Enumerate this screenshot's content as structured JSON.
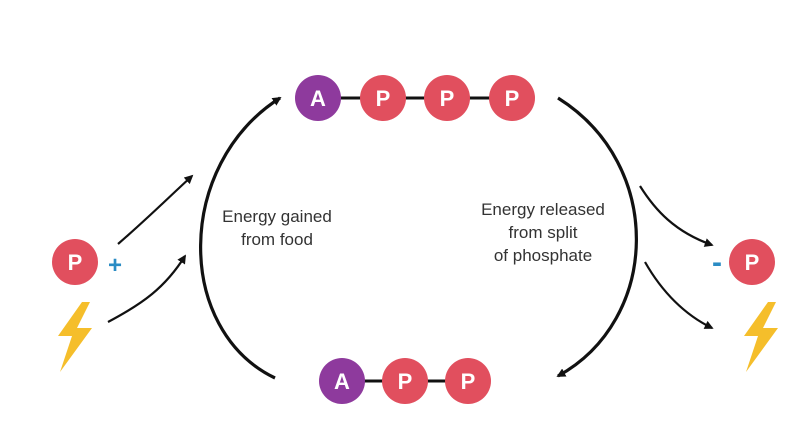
{
  "colors": {
    "adenosine": "#8E3A9D",
    "phosphate": "#E14F5E",
    "lightning": "#F5BE2B",
    "sign": "#2A8CC4",
    "arrow": "#111111",
    "text": "#333333"
  },
  "atp": {
    "adenosine": "A",
    "phosphates": [
      "P",
      "P",
      "P"
    ]
  },
  "adp": {
    "adenosine": "A",
    "phosphates": [
      "P",
      "P"
    ]
  },
  "input": {
    "phosphate": "P",
    "sign": "+",
    "energy_icon": "lightning-icon"
  },
  "output": {
    "phosphate": "P",
    "sign": "-",
    "energy_icon": "lightning-icon"
  },
  "labels": {
    "gained": [
      "Energy gained",
      "from food"
    ],
    "released": [
      "Energy released",
      "from split",
      "of phosphate"
    ]
  }
}
